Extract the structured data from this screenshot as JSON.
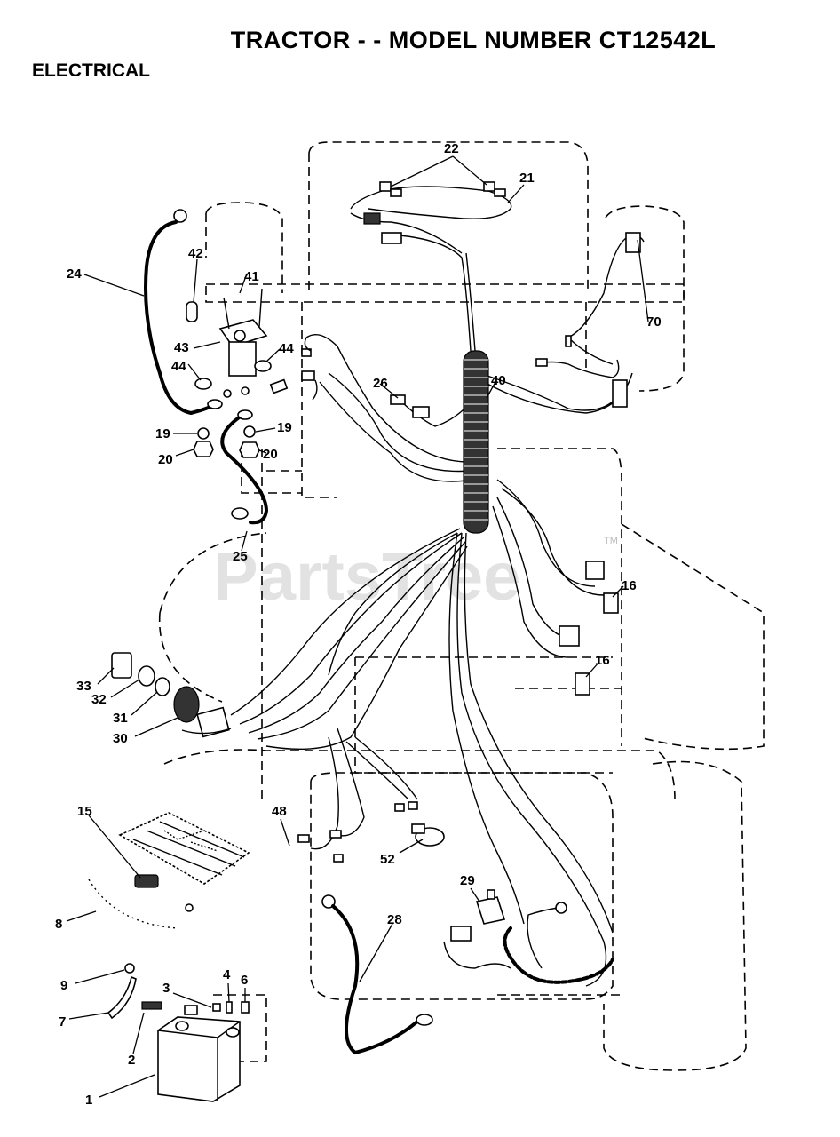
{
  "title": "TRACTOR - - MODEL NUMBER CT12542L",
  "section": "ELECTRICAL",
  "watermark": {
    "text": "PartsTree",
    "mark": "TM"
  },
  "callouts": {
    "c1": "1",
    "c2": "2",
    "c3": "3",
    "c4": "4",
    "c6": "6",
    "c7": "7",
    "c8": "8",
    "c9": "9",
    "c15": "15",
    "c16a": "16",
    "c16b": "16",
    "c19a": "19",
    "c19b": "19",
    "c20a": "20",
    "c20b": "20",
    "c21": "21",
    "c22": "22",
    "c24": "24",
    "c25": "25",
    "c26": "26",
    "c28": "28",
    "c29": "29",
    "c30": "30",
    "c31": "31",
    "c32": "32",
    "c33": "33",
    "c40": "40",
    "c41": "41",
    "c42": "42",
    "c43": "43",
    "c44a": "44",
    "c44b": "44",
    "c48": "48",
    "c52": "52",
    "c70": "70"
  }
}
